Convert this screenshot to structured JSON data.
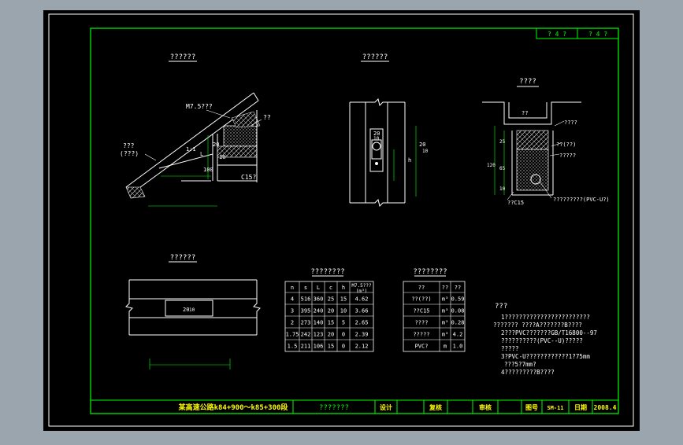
{
  "colors": {
    "background": "#000000",
    "frame": "#ffffff",
    "border": "#00ff00",
    "line": "#ffffff",
    "title": "#ffff00",
    "dim": "#00ff00",
    "hatch": "#c8c8c8",
    "window_bg": "#9aa5ad"
  },
  "title_block": {
    "project": "某高速公路k84+900～k85+300段",
    "drawing_name": "???????",
    "design": "设计",
    "check": "复核",
    "review": "审核",
    "drawing_no_label": "图号",
    "drawing_no": "SM-11",
    "date_label": "日期",
    "date": "2008.4"
  },
  "revision_cells": [
    "? 4 ?",
    "? 4 ?"
  ],
  "views": {
    "section_left": {
      "title": "??????",
      "labels": {
        "m75": "M7.5???",
        "top_right": "??",
        "slope_left_1": "???",
        "slope_left_2": "(???)",
        "c15": "C15?",
        "ratio": "1:1",
        "d20": "20",
        "d10": "10",
        "d100": "100",
        "d_l": "L"
      }
    },
    "front_view": {
      "title": "??????",
      "labels": {
        "d20": "20",
        "d10": "10",
        "d_h": "h",
        "d20b": "20",
        "d10b": "10"
      }
    },
    "detail_view": {
      "title": "????",
      "labels": {
        "top": "??",
        "right1": "????",
        "right2": "??(??)",
        "right3": "?????",
        "pipe": "?????????(PVC-U?)",
        "c15": "??C15",
        "d25": "25",
        "d65": "65",
        "d120": "120",
        "d10": "10"
      }
    },
    "plan_view": {
      "title": "??????",
      "labels": {
        "d20": "20",
        "d10": "10"
      }
    }
  },
  "table1": {
    "title": "????????",
    "headers": [
      "n",
      "s",
      "L",
      "c",
      "h",
      "M7.5???\n(m³)"
    ],
    "rows": [
      [
        "4",
        "516",
        "360",
        "25",
        "15",
        "4.62"
      ],
      [
        "3",
        "395",
        "240",
        "20",
        "10",
        "3.66"
      ],
      [
        "2",
        "273",
        "140",
        "15",
        "5",
        "2.65"
      ],
      [
        "1.75",
        "242",
        "123",
        "20",
        "0",
        "2.39"
      ],
      [
        "1.5",
        "211",
        "106",
        "15",
        "0",
        "2.12"
      ]
    ]
  },
  "table2": {
    "title": "????????",
    "headers": [
      "??",
      "??",
      "??"
    ],
    "rows": [
      [
        "??(??)",
        "m³",
        "0.59"
      ],
      [
        "??C15",
        "m³",
        "0.08"
      ],
      [
        "????",
        "m³",
        "0.28"
      ],
      [
        "?????",
        "m³",
        "4.2"
      ],
      [
        "PVC?",
        "m",
        "1.0"
      ]
    ]
  },
  "notes": {
    "heading": "???",
    "lines": [
      "1????????????????????????",
      "???????   ????A???????B????",
      "2???PVC???????GB/T16800--97",
      "??????????(PVC--U)?????",
      "?????",
      "3?PVC-U????????????1?75mm",
      "???5?7mm?",
      "4?????????B????"
    ]
  }
}
